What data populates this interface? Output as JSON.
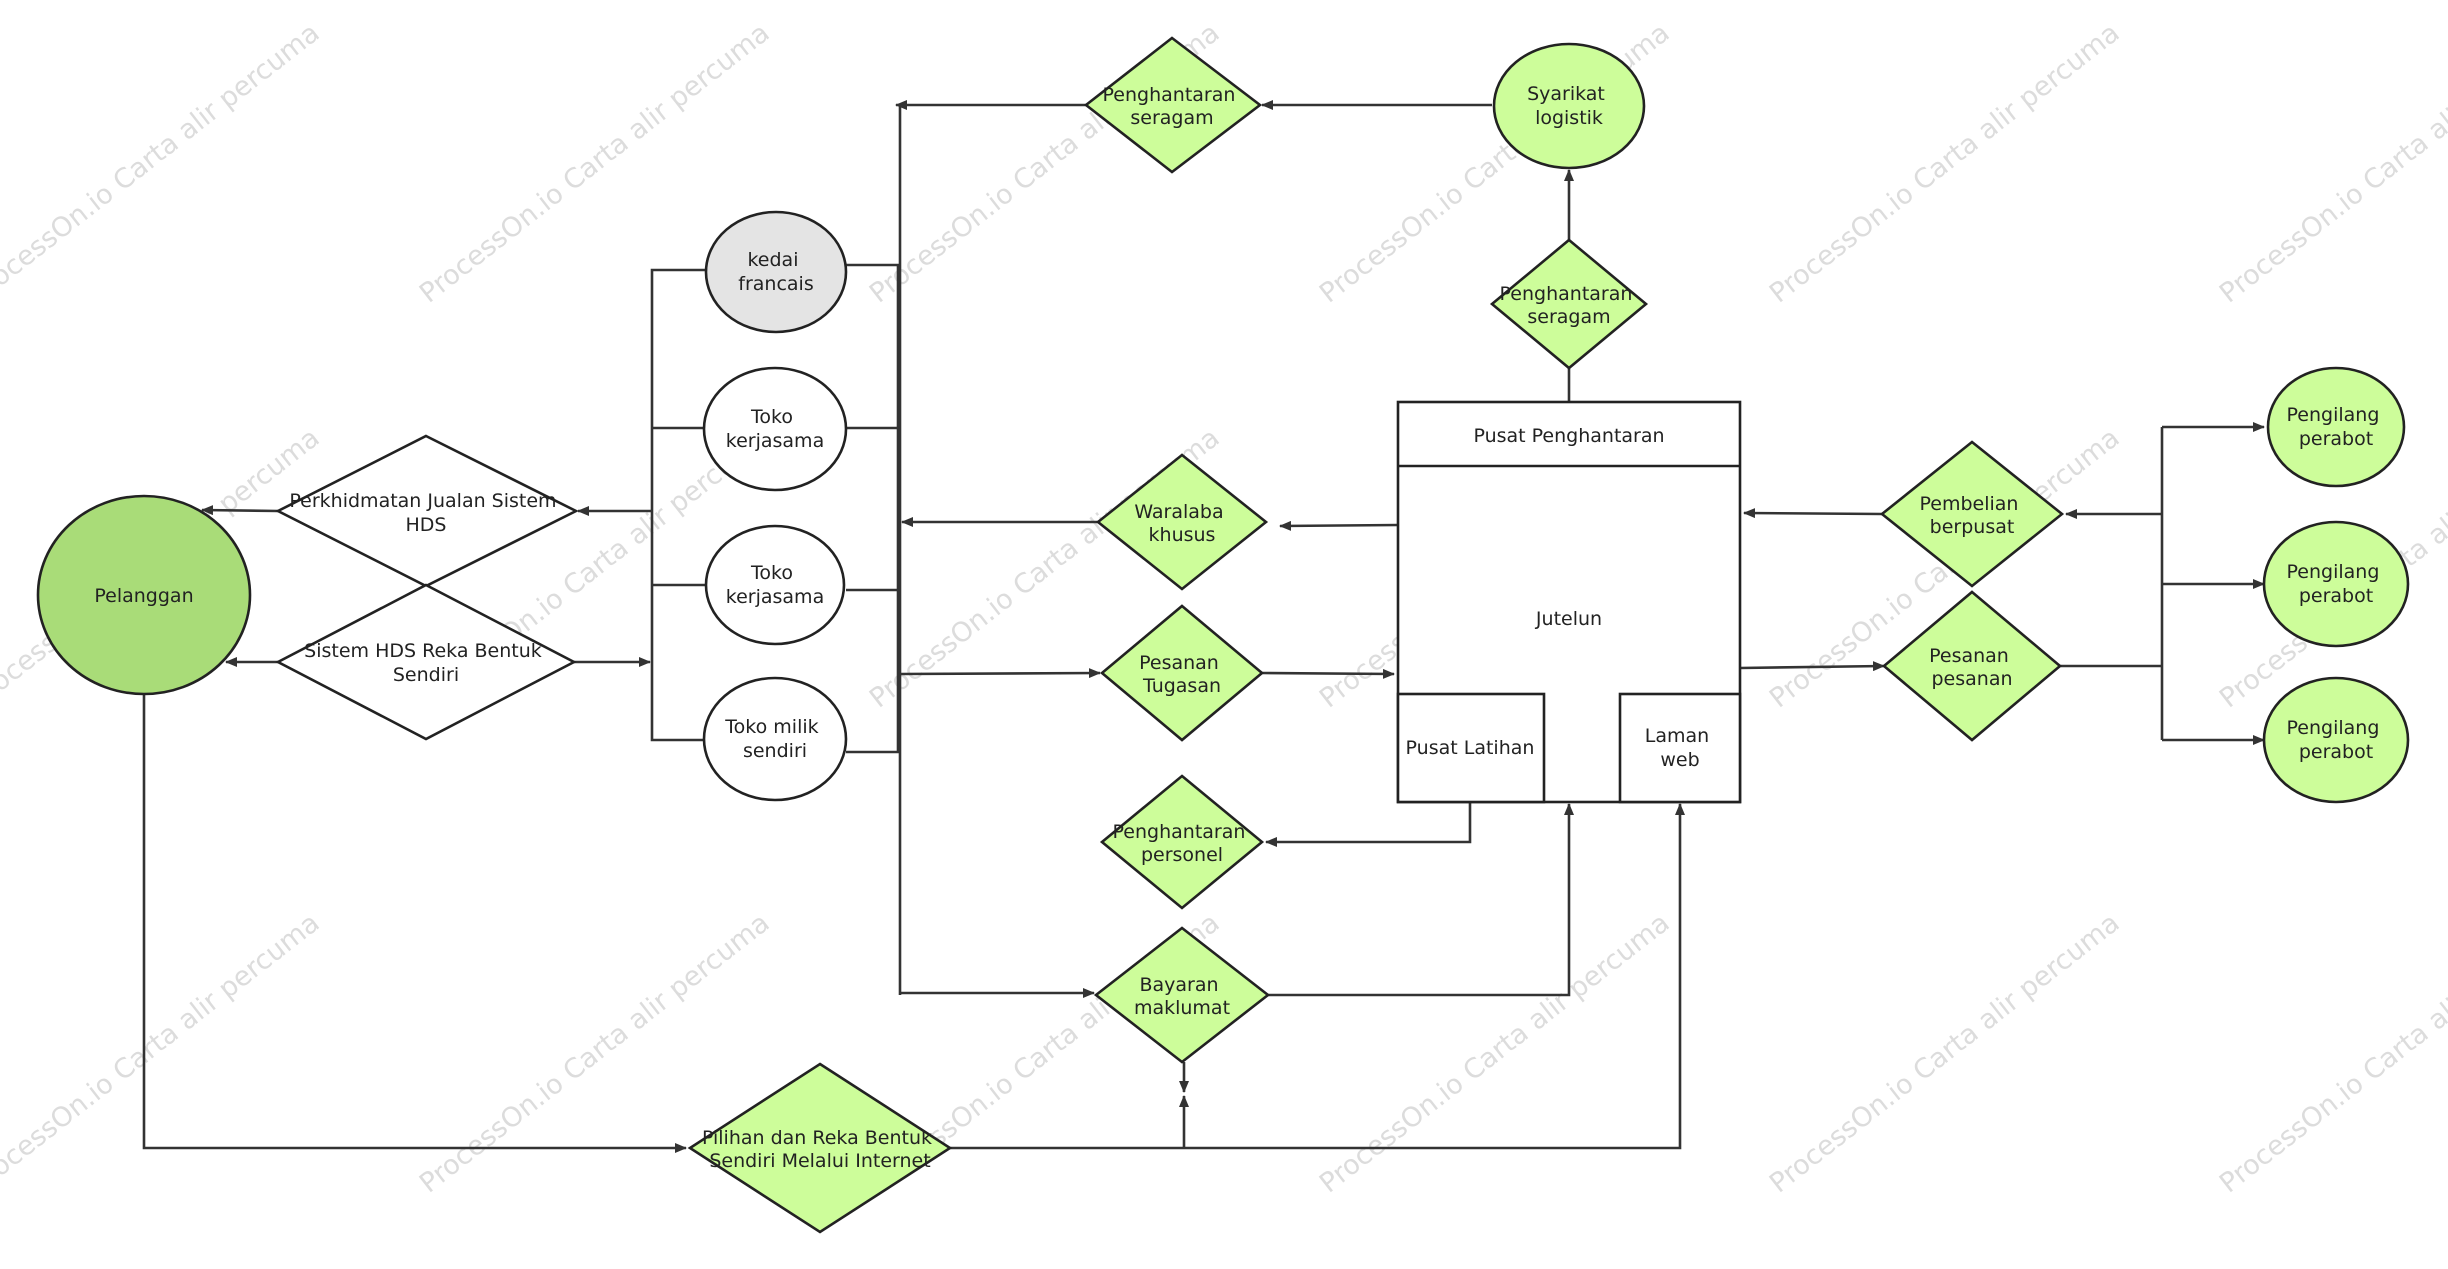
{
  "watermark": "ProcessOn.io Carta alir percuma",
  "colors": {
    "green_light": "#cdfd9a",
    "green_dark": "#a9dc78",
    "grey": "#e4e4e4",
    "white": "#ffffff",
    "stroke": "#222222"
  },
  "nodes": {
    "pelanggan": "Pelanggan",
    "perkhidmatan": [
      "Perkhidmatan Jualan Sistem",
      "HDS"
    ],
    "sistem_reka": [
      "Sistem HDS Reka Bentuk",
      "Sendiri"
    ],
    "kedai_francais": [
      "kedai",
      "francais"
    ],
    "toko_kerjasama_1": [
      "Toko",
      "kerjasama"
    ],
    "toko_kerjasama_2": [
      "Toko",
      "kerjasama"
    ],
    "toko_milik": [
      "Toko milik",
      "sendiri"
    ],
    "penghantaran_seragam_top": [
      "Penghantaran",
      "seragam"
    ],
    "syarikat_logistik": [
      "Syarikat",
      "logistik"
    ],
    "penghantaran_seragam_mid": [
      "Penghantaran",
      "seragam"
    ],
    "pusat_penghantaran": "Pusat Penghantaran",
    "jutelun": "Jutelun",
    "pusat_latihan": "Pusat Latihan",
    "laman_web": [
      "Laman",
      "web"
    ],
    "waralaba_khusus": [
      "Waralaba",
      "khusus"
    ],
    "pesanan_tugasan": [
      "Pesanan",
      "Tugasan"
    ],
    "penghantaran_personel": [
      "Penghantaran",
      "personel"
    ],
    "bayaran_maklumat": [
      "Bayaran",
      "maklumat"
    ],
    "pilihan_reka": [
      "Pilihan dan Reka Bentuk",
      "Sendiri Melalui Internet"
    ],
    "pembelian_berpusat": [
      "Pembelian",
      "berpusat"
    ],
    "pesanan_pesanan": [
      "Pesanan",
      "pesanan"
    ],
    "pengilang_1": [
      "Pengilang",
      "perabot"
    ],
    "pengilang_2": [
      "Pengilang",
      "perabot"
    ],
    "pengilang_3": [
      "Pengilang",
      "perabot"
    ]
  }
}
